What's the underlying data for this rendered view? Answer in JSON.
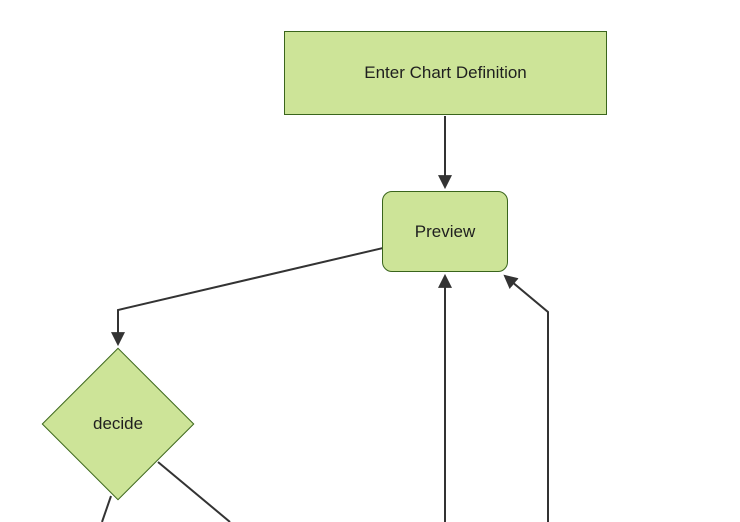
{
  "diagram": {
    "type": "flowchart",
    "direction": "top-down",
    "nodes": [
      {
        "id": "A",
        "label": "Enter Chart Definition",
        "shape": "rectangle"
      },
      {
        "id": "B",
        "label": "Preview",
        "shape": "rounded-rectangle"
      },
      {
        "id": "C",
        "label": "decide",
        "shape": "diamond"
      }
    ],
    "edges": [
      {
        "from": "Enter Chart Definition",
        "to": "Preview",
        "arrowhead": true
      },
      {
        "from": "Preview",
        "to": "decide",
        "arrowhead": true
      },
      {
        "from": "offscreen-bottom",
        "to": "Preview",
        "arrowhead": true
      },
      {
        "from": "offscreen-bottom-right",
        "to": "Preview",
        "arrowhead": true
      },
      {
        "from": "decide",
        "to": "offscreen-bottom-left",
        "arrowhead": false
      },
      {
        "from": "decide",
        "to": "offscreen-bottom-right",
        "arrowhead": false
      }
    ],
    "colors": {
      "node_fill": "#cde498",
      "node_border": "#3a651c",
      "edge_line": "#333333",
      "arrowhead": "#333333",
      "label_text": "#1f1f1f",
      "background": "#ffffff"
    }
  }
}
